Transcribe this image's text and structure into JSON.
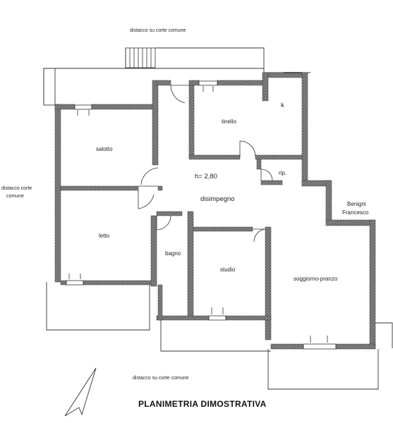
{
  "labels": {
    "top_border": "distacco su corte comune",
    "bottom_border": "distacco su corte comune",
    "left_border_line1": "distacco corte",
    "left_border_line2": "comune",
    "neighbor_line1": "Benigni",
    "neighbor_line2": "Francesco"
  },
  "rooms": {
    "salotto": "salotto",
    "tinello": "tinello",
    "kitchen": "k",
    "ripostiglio": "rip.",
    "height": "h= 2,80",
    "disimpegno": "disimpegno",
    "letto": "letto",
    "bagno": "bagno",
    "studio": "studio",
    "soggiorno": "soggiorno-pranzo"
  },
  "title": "PLANIMETRIA DIMOSTRATIVA",
  "colors": {
    "wall": "#666666",
    "line": "#333333"
  }
}
